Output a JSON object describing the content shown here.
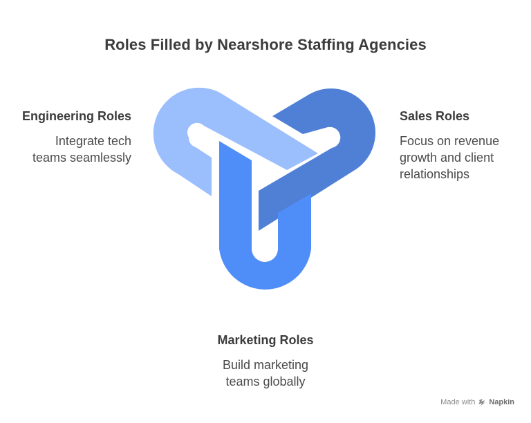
{
  "title": "Roles Filled by Nearshore Staffing Agencies",
  "segments": [
    {
      "heading": "Engineering Roles",
      "description_lines": [
        "Integrate tech",
        "teams seamlessly"
      ],
      "color": "#9bbefc"
    },
    {
      "heading": "Sales Roles",
      "description_lines": [
        "Focus on revenue",
        "growth and client",
        "relationships"
      ],
      "color": "#4f80d6"
    },
    {
      "heading": "Marketing Roles",
      "description_lines": [
        "Build marketing",
        "teams globally"
      ],
      "color": "#4f8ef8"
    }
  ],
  "footer": {
    "made_with": "Made with",
    "brand": "Napkin",
    "brand_icon": "napkin-logo-icon"
  }
}
